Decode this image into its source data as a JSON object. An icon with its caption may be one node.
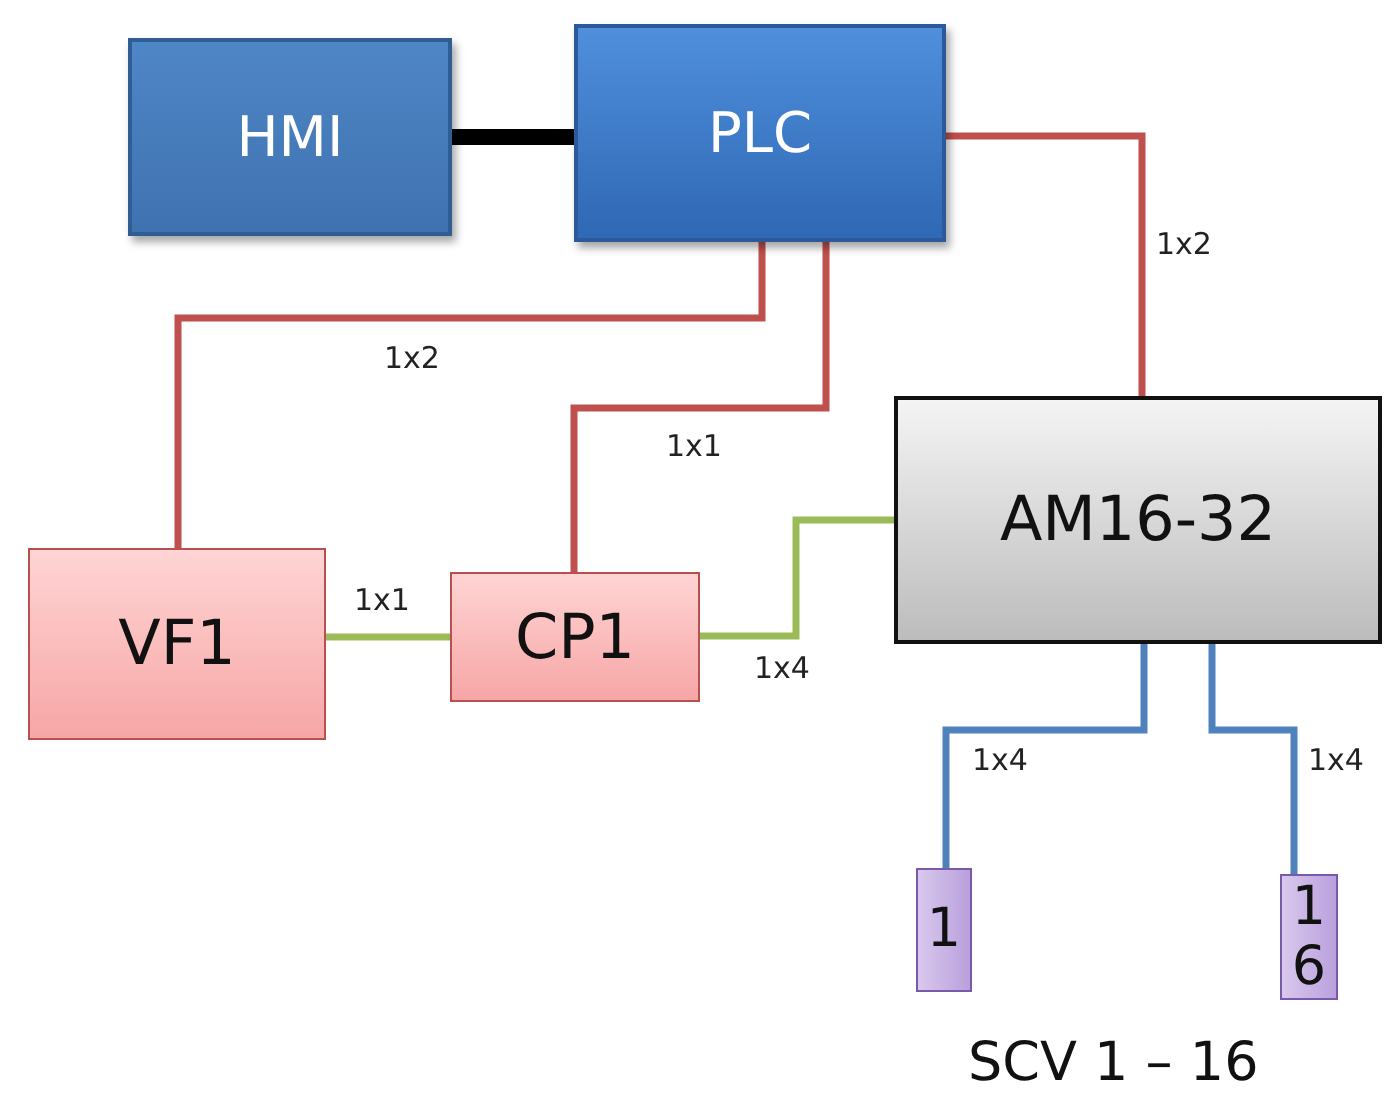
{
  "diagram": {
    "nodes": [
      {
        "text": [
          "HMI"
        ]
      },
      {
        "text": [
          "PLC"
        ]
      },
      {
        "text": [
          "AM16-32"
        ]
      },
      {
        "text": [
          "VF1"
        ]
      },
      {
        "text": [
          "CP1"
        ]
      },
      {
        "text": [
          "1"
        ]
      },
      {
        "text": [
          "16"
        ]
      }
    ],
    "edges": [
      {
        "from": 0,
        "to": 1,
        "arrow": "none",
        "style": "thick",
        "color": "#000000"
      },
      {
        "from": 1,
        "to": 2,
        "arrow": "none",
        "label": "1x2"
      },
      {
        "from": 1,
        "to": 3,
        "arrow": "none",
        "label": "1x2"
      },
      {
        "from": 1,
        "to": 4,
        "arrow": "none",
        "label": "1x1"
      },
      {
        "from": 3,
        "to": 4,
        "arrow": "none",
        "label": "1x1",
        "color": "#9bbb59"
      },
      {
        "from": 4,
        "to": 2,
        "arrow": "none",
        "label": "1x4",
        "color": "#9bbb59"
      },
      {
        "from": 2,
        "to": 5,
        "arrow": "none",
        "label": "1x4",
        "color": "#4f81bd"
      },
      {
        "from": 2,
        "to": 6,
        "arrow": "none",
        "label": "1x4",
        "color": "#4f81bd"
      }
    ],
    "labels": [
      "SCV 1 – 16"
    ]
  }
}
